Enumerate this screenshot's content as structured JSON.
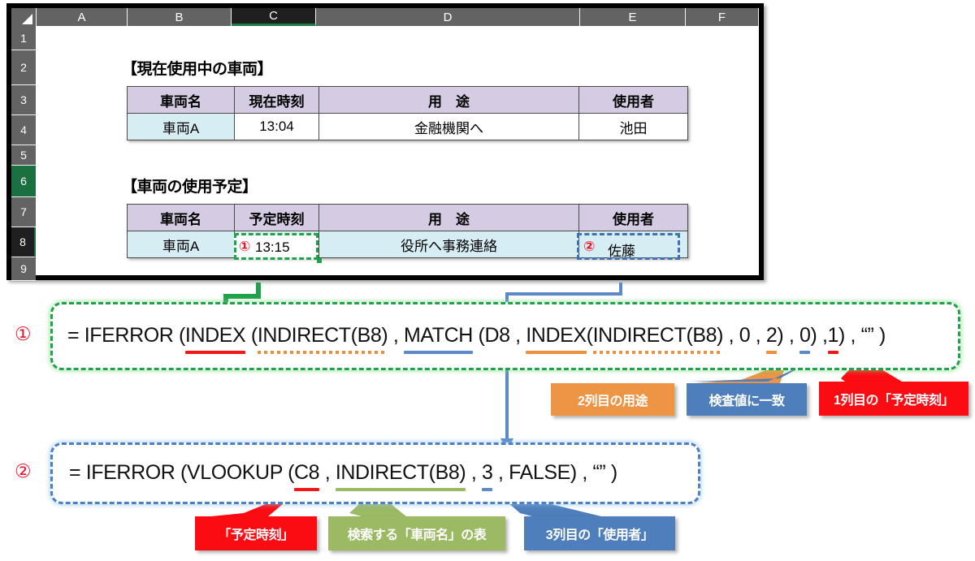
{
  "spreadsheet": {
    "columns": [
      "A",
      "B",
      "C",
      "D",
      "E",
      "F"
    ],
    "selected_column": "C",
    "rows": [
      "1",
      "2",
      "3",
      "4",
      "5",
      "6",
      "7",
      "8",
      "9"
    ],
    "highlighted_rows": [
      "6",
      "8"
    ],
    "corner_icon": "select-all-triangle-icon"
  },
  "section1": {
    "title": "【現在使用中の車両】",
    "headers": [
      "車両名",
      "現在時刻",
      "用　途",
      "使用者"
    ],
    "row": [
      "車両A",
      "13:04",
      "金融機関へ",
      "池田"
    ]
  },
  "section2": {
    "title": "【車両の使用予定】",
    "headers": [
      "車両名",
      "予定時刻",
      "用　途",
      "使用者"
    ],
    "row": [
      "車両A",
      "13:15",
      "役所へ事務連絡",
      "佐藤"
    ],
    "marker_c8": "①",
    "marker_e8": "②"
  },
  "formula1": {
    "marker": "①",
    "tokens": [
      {
        "t": "= IFERROR (",
        "u": "none"
      },
      {
        "t": "INDEX",
        "u": "red"
      },
      {
        "t": " (",
        "u": "none"
      },
      {
        "t": "INDIRECT(B8)",
        "u": "dot-orange"
      },
      {
        "t": " , ",
        "u": "none"
      },
      {
        "t": "MATCH",
        "u": "blue"
      },
      {
        "t": " (D8 , ",
        "u": "none"
      },
      {
        "t": "INDEX",
        "u": "orange"
      },
      {
        "t": "(",
        "u": "none"
      },
      {
        "t": "INDIRECT(B8)",
        "u": "dot-orange"
      },
      {
        "t": " , 0 , ",
        "u": "none"
      },
      {
        "t": "2",
        "u": "orange"
      },
      {
        "t": ") , ",
        "u": "none"
      },
      {
        "t": "0",
        "u": "blue"
      },
      {
        "t": ") ,",
        "u": "none"
      },
      {
        "t": "1",
        "u": "red"
      },
      {
        "t": ") , “” )",
        "u": "none"
      }
    ],
    "plain": "= IFERROR (INDEX (INDIRECT(B8) , MATCH (D8 , INDEX(INDIRECT(B8) , 0 , 2) , 0) ,1) , “” )"
  },
  "formula2": {
    "marker": "②",
    "tokens": [
      {
        "t": "= IFERROR (VLOOKUP (",
        "u": "none"
      },
      {
        "t": "C8",
        "u": "red"
      },
      {
        "t": " , ",
        "u": "none"
      },
      {
        "t": "INDIRECT(B8)",
        "u": "green"
      },
      {
        "t": " , ",
        "u": "none"
      },
      {
        "t": "3",
        "u": "blue"
      },
      {
        "t": " , FALSE) , “” )",
        "u": "none"
      }
    ],
    "plain": "= IFERROR (VLOOKUP (C8 , INDIRECT(B8) , 3 , FALSE) , “” )"
  },
  "callouts_top": [
    {
      "label": "2列目の用途",
      "color": "#ed9445",
      "style": "orange"
    },
    {
      "label": "検査値に一致",
      "color": "#4e7ebb",
      "style": "blue"
    },
    {
      "label": "1列目の「予定時刻」",
      "color": "#fb0b12",
      "style": "red"
    }
  ],
  "callouts_bottom": [
    {
      "label": "「予定時刻」",
      "color": "#fb0b12",
      "style": "red"
    },
    {
      "label": "検索する「車両名」の表",
      "color": "#9cb964",
      "style": "green"
    },
    {
      "label": "3列目の「使用者」",
      "color": "#4e7ebb",
      "style": "blue"
    }
  ],
  "connectors": {
    "green_arrow": "c8-to-formula1-connector",
    "blue_arrow_e8": "e8-to-formula2-connector"
  }
}
